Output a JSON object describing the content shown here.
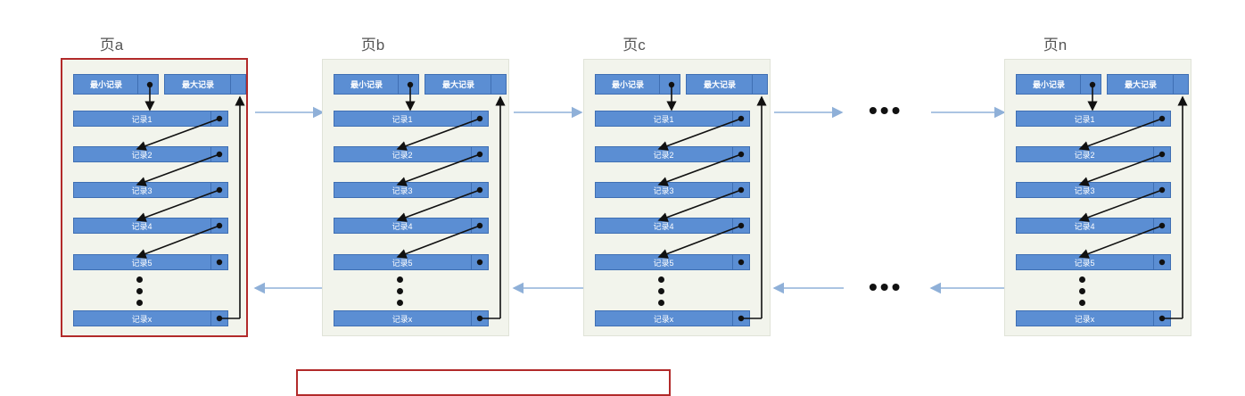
{
  "pages": [
    {
      "title": "页a",
      "highlighted": true
    },
    {
      "title": "页b",
      "highlighted": false
    },
    {
      "title": "页c",
      "highlighted": false
    },
    {
      "title": "页n",
      "highlighted": false
    }
  ],
  "header": {
    "min_label": "最小记录",
    "max_label": "最大记录"
  },
  "records": [
    "记录1",
    "记录2",
    "记录3",
    "记录4",
    "记录5",
    "记录x"
  ],
  "gap_marker": "•••",
  "colors": {
    "record_fill": "#5b8ed3",
    "page_bg": "#f2f4ec",
    "link_arrow": "#8fb0d8",
    "highlight_border": "#b22a2a"
  }
}
